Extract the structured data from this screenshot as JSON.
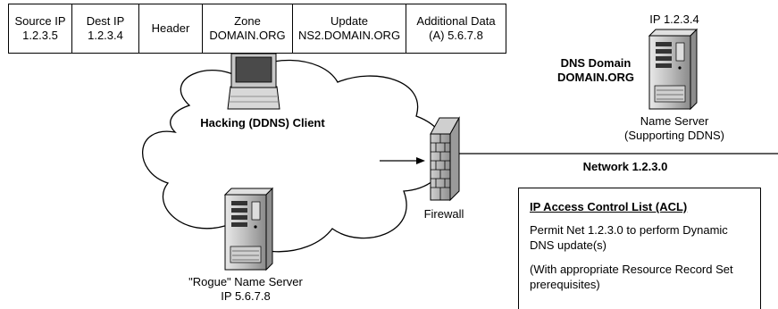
{
  "packet": {
    "fields": [
      {
        "line1": "Source IP",
        "line2": "1.2.3.5"
      },
      {
        "line1": "Dest IP",
        "line2": "1.2.3.4"
      },
      {
        "line1": "Header",
        "line2": ""
      },
      {
        "line1": "Zone",
        "line2": "DOMAIN.ORG"
      },
      {
        "line1": "Update",
        "line2": "NS2.DOMAIN.ORG"
      },
      {
        "line1": "Additional Data",
        "line2": "(A) 5.6.7.8"
      }
    ]
  },
  "name_server": {
    "ip": "IP 1.2.3.4",
    "domain_line1": "DNS Domain",
    "domain_line2": "DOMAIN.ORG",
    "label_line1": "Name Server",
    "label_line2": "(Supporting DDNS)"
  },
  "client": {
    "label": "Hacking (DDNS) Client"
  },
  "firewall": {
    "label": "Firewall"
  },
  "network": {
    "label": "Network 1.2.3.0"
  },
  "rogue_server": {
    "label_line1": "\"Rogue\" Name Server",
    "label_line2": "IP 5.6.7.8"
  },
  "acl": {
    "title": "IP Access Control List (ACL)",
    "lines": [
      "Permit Net 1.2.3.0 to perform Dynamic DNS update(s)",
      "(With appropriate Resource Record Set prerequisites)"
    ]
  }
}
